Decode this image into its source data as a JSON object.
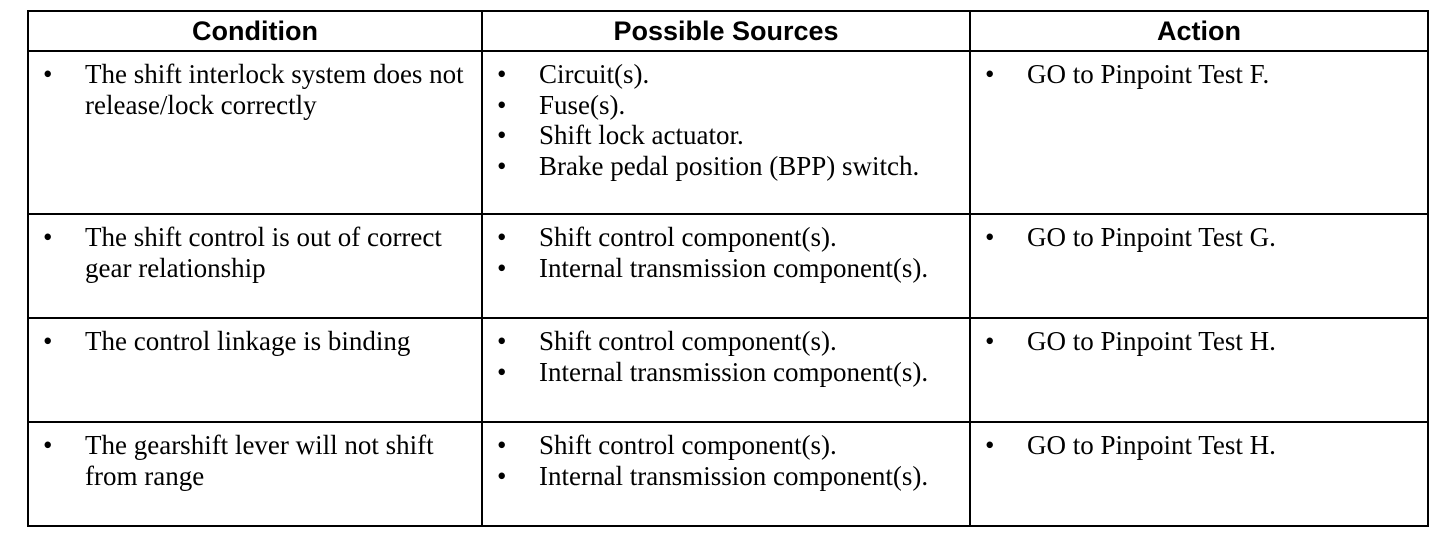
{
  "headers": {
    "condition": "Condition",
    "sources": "Possible Sources",
    "action": "Action"
  },
  "bullet": "•",
  "rows": [
    {
      "condition": "The shift interlock system does not release/lock correctly",
      "sources": [
        "Circuit(s).",
        "Fuse(s).",
        "Shift lock actuator.",
        "Brake pedal position (BPP) switch."
      ],
      "action": "GO to Pinpoint Test F."
    },
    {
      "condition": "The shift control is out of correct gear relationship",
      "sources": [
        "Shift control component(s).",
        "Internal transmission component(s)."
      ],
      "action": "GO to Pinpoint Test G."
    },
    {
      "condition": "The control linkage is binding",
      "sources": [
        "Shift control component(s).",
        "Internal transmission component(s)."
      ],
      "action": "GO to Pinpoint Test H."
    },
    {
      "condition": "The gearshift lever will not shift from range",
      "sources": [
        "Shift control component(s).",
        "Internal transmission component(s)."
      ],
      "action": "GO to Pinpoint Test H."
    }
  ]
}
